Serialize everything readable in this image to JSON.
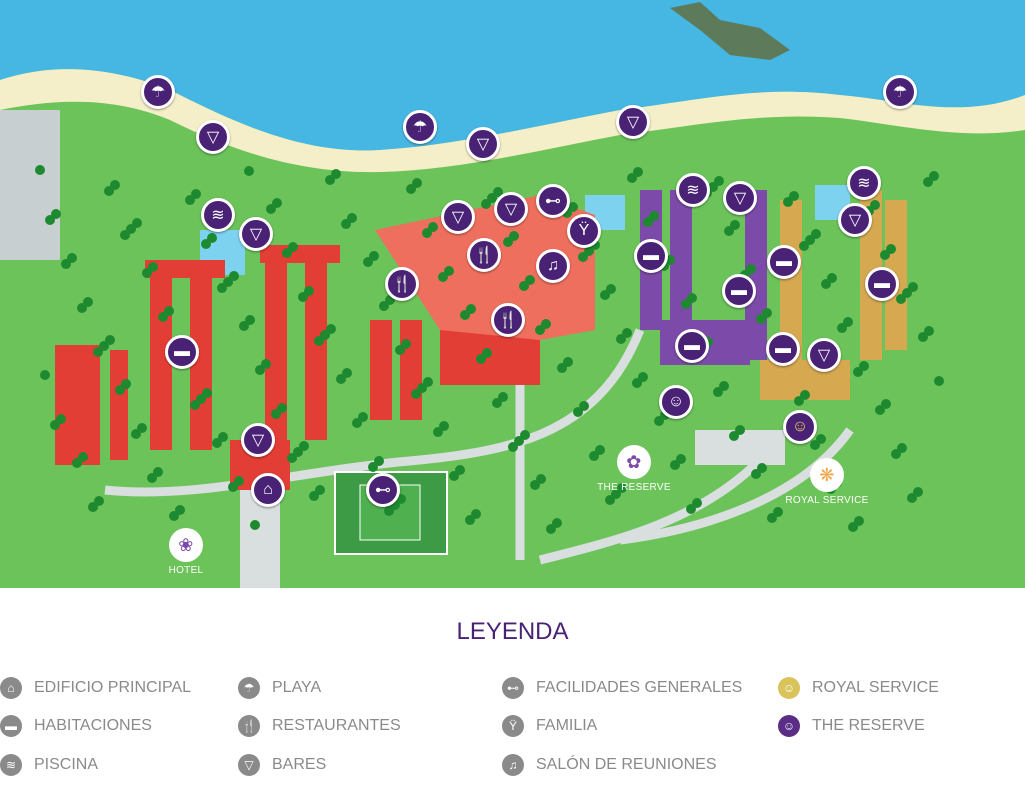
{
  "map": {
    "labels": {
      "reserve": "THE RESERVE",
      "royal": "ROYAL SERVICE",
      "hotel": "HOTEL"
    },
    "colors": {
      "sea": "#46b6e3",
      "land": "#6cc35a",
      "beach": "#f5efc9",
      "main": "#e8584d",
      "reserve": "#7c4aa8",
      "royal": "#d6a850",
      "marker": "#4a2275"
    },
    "markers": [
      {
        "type": "playa",
        "icon": "beach-umbrella-icon",
        "glyph": "☂"
      },
      {
        "type": "playa",
        "icon": "beach-umbrella-icon",
        "glyph": "☂"
      },
      {
        "type": "playa",
        "icon": "beach-umbrella-icon",
        "glyph": "☂"
      },
      {
        "type": "bares",
        "icon": "cocktail-icon",
        "glyph": "▽"
      },
      {
        "type": "bares",
        "icon": "cocktail-icon",
        "glyph": "▽"
      },
      {
        "type": "bares",
        "icon": "cocktail-icon",
        "glyph": "▽"
      },
      {
        "type": "bares",
        "icon": "cocktail-icon",
        "glyph": "▽"
      },
      {
        "type": "bares",
        "icon": "cocktail-icon",
        "glyph": "▽"
      },
      {
        "type": "bares",
        "icon": "cocktail-icon",
        "glyph": "▽"
      },
      {
        "type": "bares",
        "icon": "cocktail-icon",
        "glyph": "▽"
      },
      {
        "type": "bares",
        "icon": "cocktail-icon",
        "glyph": "▽"
      },
      {
        "type": "bares",
        "icon": "cocktail-icon",
        "glyph": "▽"
      },
      {
        "type": "bares",
        "icon": "cocktail-icon",
        "glyph": "▽"
      },
      {
        "type": "piscina",
        "icon": "pool-ladder-icon",
        "glyph": "≋"
      },
      {
        "type": "piscina",
        "icon": "pool-ladder-icon",
        "glyph": "≋"
      },
      {
        "type": "piscina",
        "icon": "pool-ladder-icon",
        "glyph": "≋"
      },
      {
        "type": "restaurantes",
        "icon": "fork-knife-icon",
        "glyph": "🍴"
      },
      {
        "type": "restaurantes",
        "icon": "fork-knife-icon",
        "glyph": "🍴"
      },
      {
        "type": "restaurantes",
        "icon": "fork-knife-icon",
        "glyph": "🍴"
      },
      {
        "type": "facilidades",
        "icon": "dumbbell-icon",
        "glyph": "⊷"
      },
      {
        "type": "facilidades",
        "icon": "dumbbell-icon",
        "glyph": "⊷"
      },
      {
        "type": "familia",
        "icon": "family-icon",
        "glyph": "Ϋ"
      },
      {
        "type": "salon",
        "icon": "meeting-icon",
        "glyph": "♫"
      },
      {
        "type": "habitaciones",
        "icon": "bed-icon",
        "glyph": "▬"
      },
      {
        "type": "habitaciones",
        "icon": "bed-icon",
        "glyph": "▬"
      },
      {
        "type": "habitaciones",
        "icon": "bed-icon",
        "glyph": "▬"
      },
      {
        "type": "habitaciones",
        "icon": "bed-icon",
        "glyph": "▬"
      },
      {
        "type": "habitaciones",
        "icon": "bed-icon",
        "glyph": "▬"
      },
      {
        "type": "habitaciones",
        "icon": "bed-icon",
        "glyph": "▬"
      },
      {
        "type": "habitaciones",
        "icon": "bed-icon",
        "glyph": "▬"
      },
      {
        "type": "edificio",
        "icon": "house-icon",
        "glyph": "⌂"
      },
      {
        "type": "reserve",
        "icon": "concierge-icon",
        "glyph": "☺"
      },
      {
        "type": "royal",
        "icon": "concierge-icon",
        "glyph": "☺"
      }
    ]
  },
  "legend": {
    "title": "LEYENDA",
    "items": [
      {
        "label": "EDIFICIO PRINCIPAL",
        "glyph": "⌂",
        "icon": "house-icon",
        "color": "#8a8a8a"
      },
      {
        "label": "HABITACIONES",
        "glyph": "▬",
        "icon": "bed-icon",
        "color": "#8a8a8a"
      },
      {
        "label": "PISCINA",
        "glyph": "≋",
        "icon": "pool-ladder-icon",
        "color": "#8a8a8a"
      },
      {
        "label": "PLAYA",
        "glyph": "☂",
        "icon": "beach-umbrella-icon",
        "color": "#8a8a8a"
      },
      {
        "label": "RESTAURANTES",
        "glyph": "🍴",
        "icon": "fork-knife-icon",
        "color": "#8a8a8a"
      },
      {
        "label": "BARES",
        "glyph": "▽",
        "icon": "cocktail-icon",
        "color": "#8a8a8a"
      },
      {
        "label": "FACILIDADES GENERALES",
        "glyph": "⊷",
        "icon": "dumbbell-icon",
        "color": "#8a8a8a"
      },
      {
        "label": "FAMILIA",
        "glyph": "Ϋ",
        "icon": "family-icon",
        "color": "#8a8a8a"
      },
      {
        "label": "SALÓN DE REUNIONES",
        "glyph": "♫",
        "icon": "meeting-icon",
        "color": "#8a8a8a"
      },
      {
        "label": "ROYAL SERVICE",
        "glyph": "☺",
        "icon": "concierge-icon",
        "color": "#d9c35a"
      },
      {
        "label": "THE RESERVE",
        "glyph": "☺",
        "icon": "concierge-icon",
        "color": "#5a2e86"
      }
    ]
  }
}
